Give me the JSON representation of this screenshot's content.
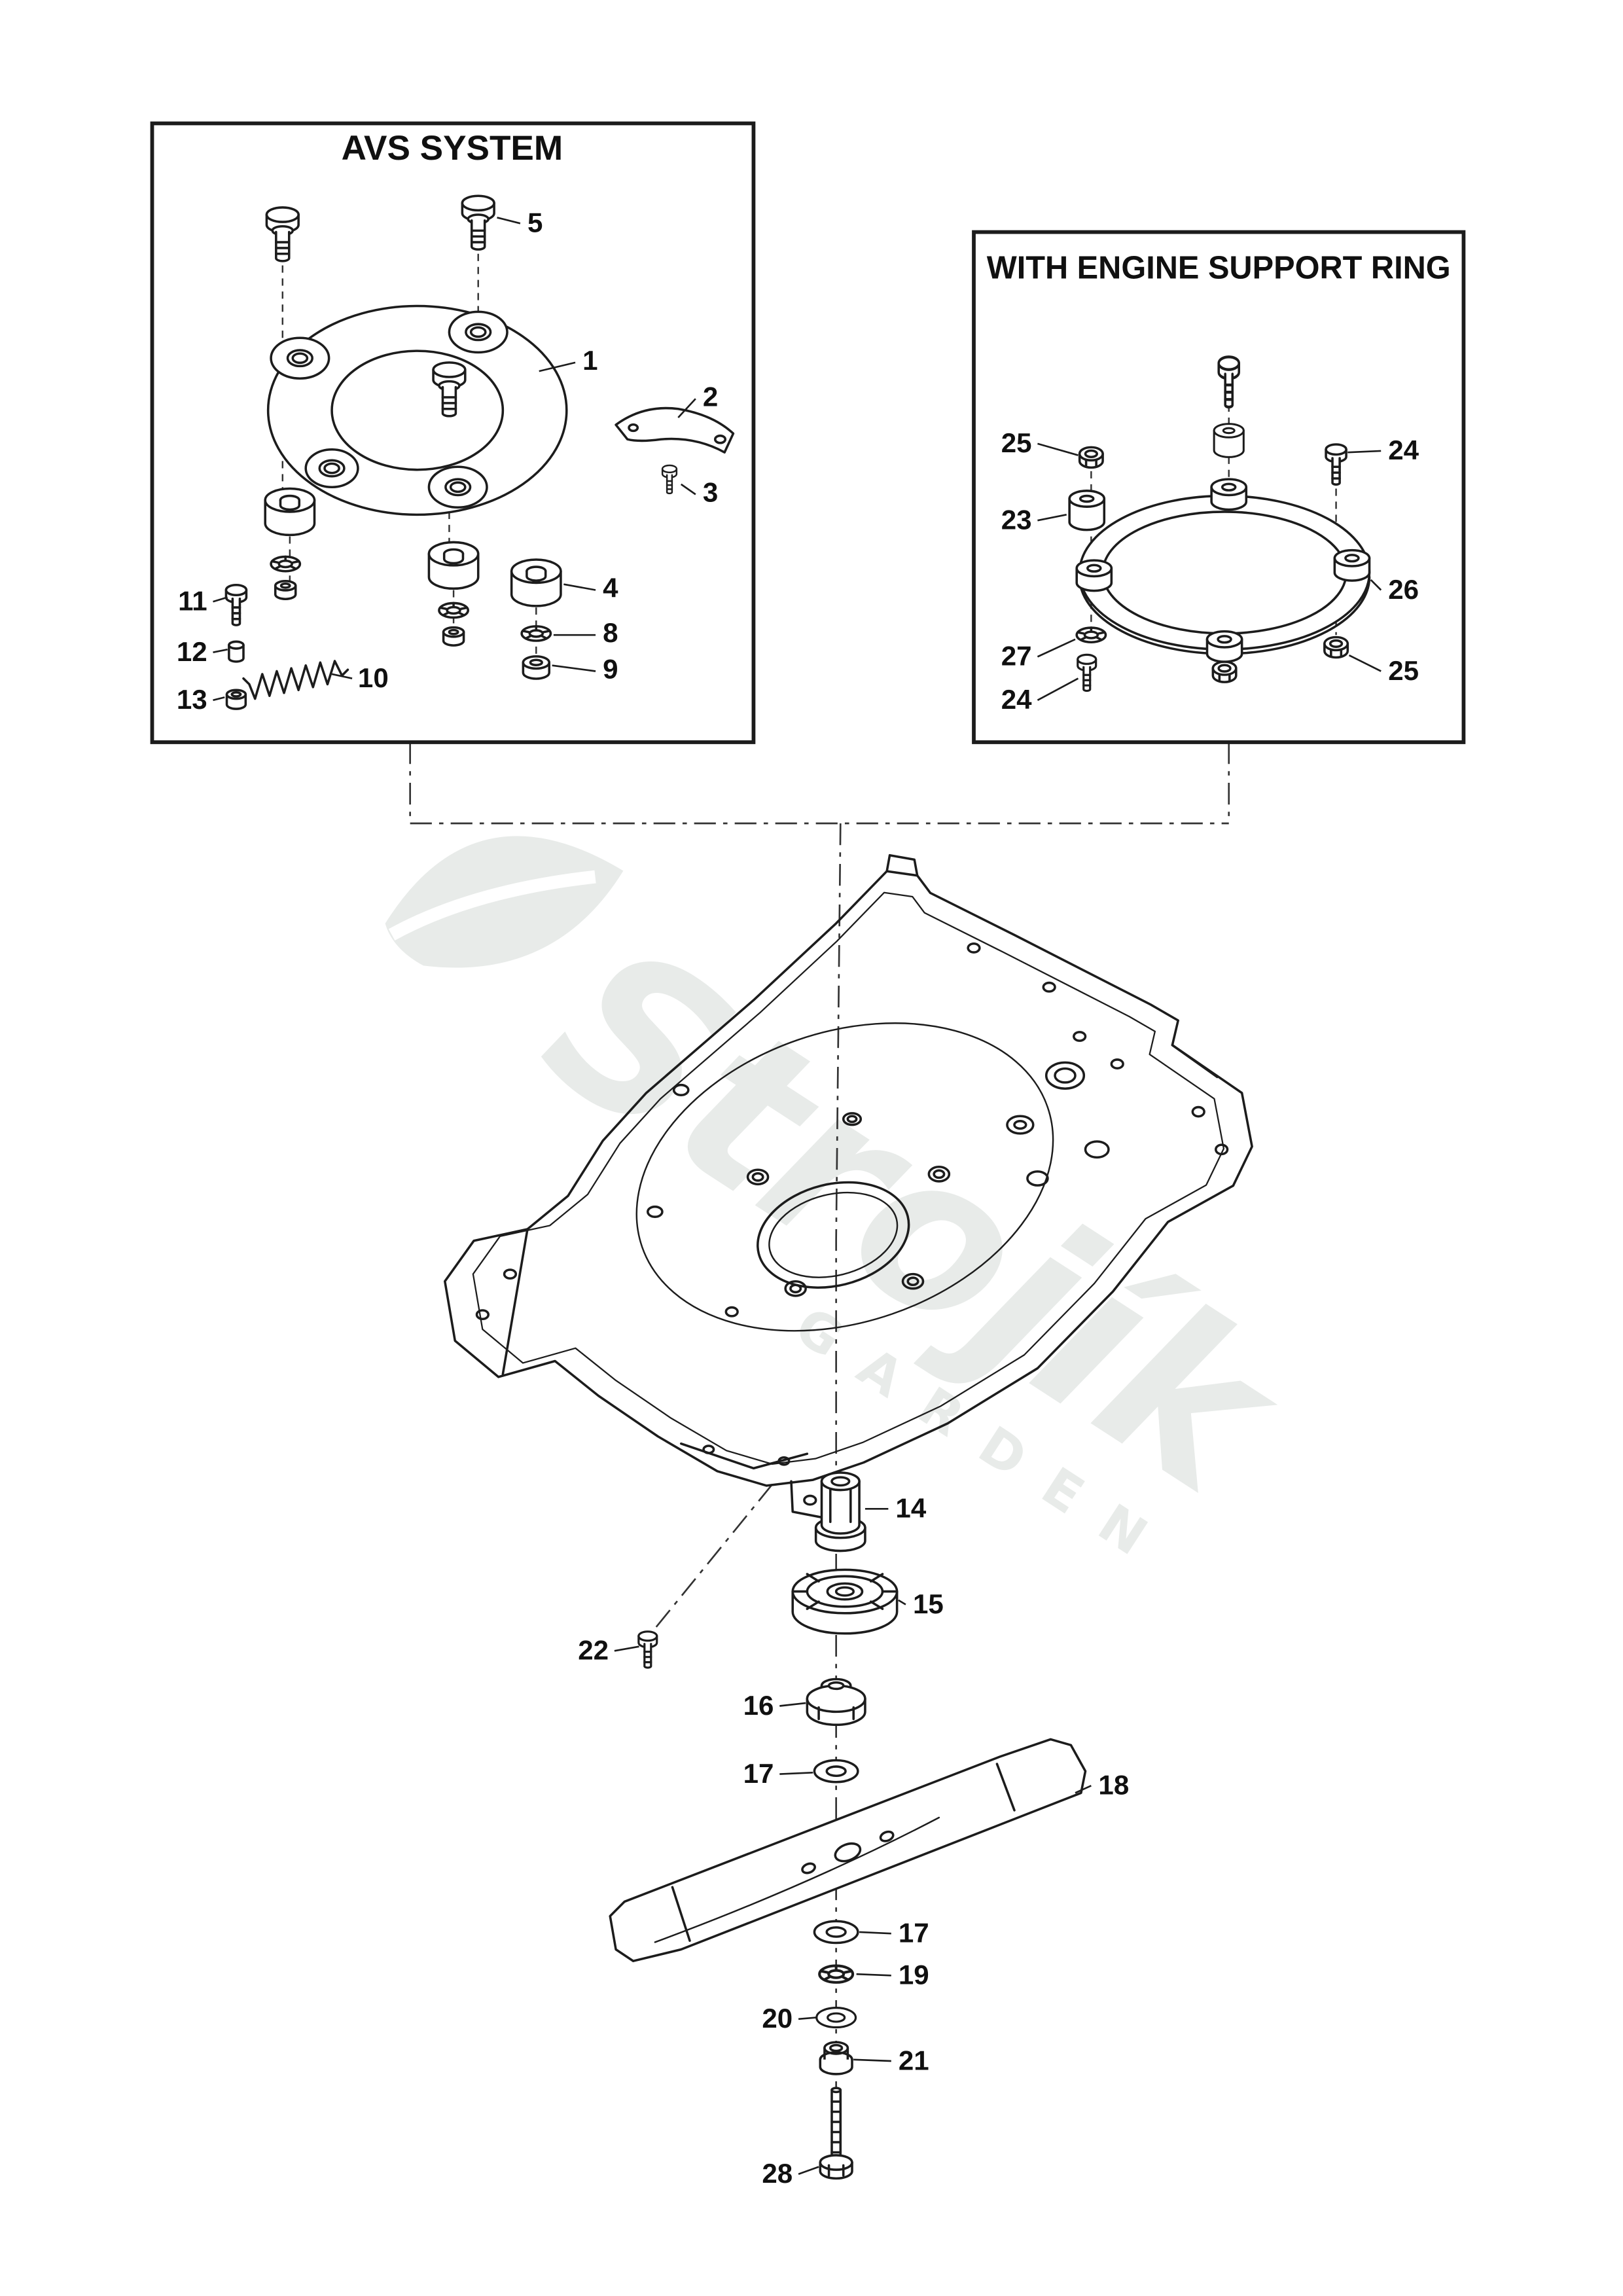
{
  "colors": {
    "background": "#ffffff",
    "line": "#1c1c1c",
    "watermark": "#e8ebe9"
  },
  "watermark": {
    "brand": "Strojík",
    "sub": "GARDEN"
  },
  "panels": {
    "avs": {
      "title": "AVS SYSTEM",
      "callouts": [
        "5",
        "1",
        "2",
        "3",
        "4",
        "8",
        "9",
        "11",
        "12",
        "10",
        "13"
      ]
    },
    "support_ring": {
      "title": "WITH ENGINE SUPPORT RING",
      "callouts": [
        "25",
        "24",
        "23",
        "26",
        "27",
        "24",
        "25"
      ]
    },
    "blade_assembly": {
      "callouts": [
        "14",
        "15",
        "22",
        "16",
        "17",
        "18",
        "17",
        "19",
        "20",
        "21",
        "28"
      ]
    }
  }
}
